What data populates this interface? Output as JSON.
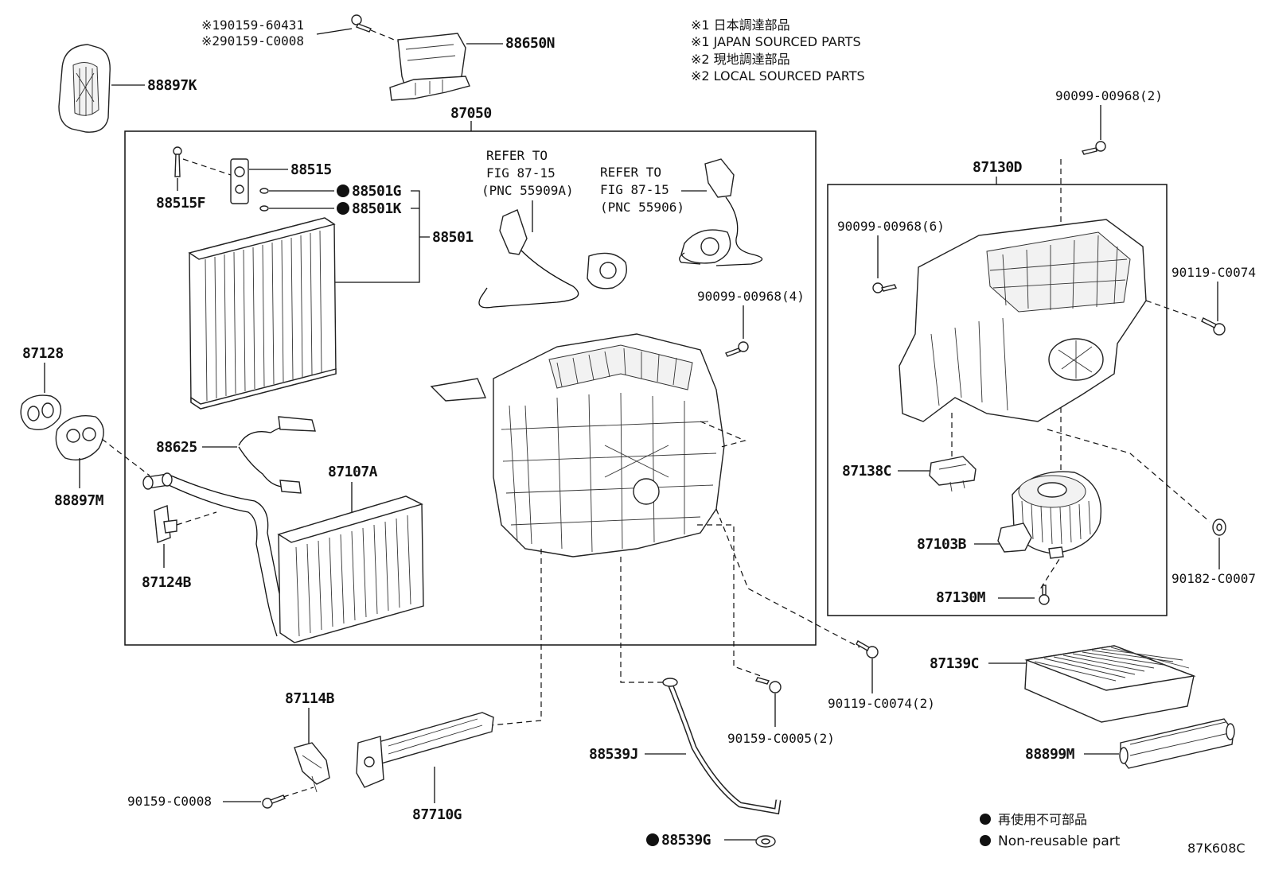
{
  "notes": {
    "line1": "※1 日本調達部品",
    "line2": "※1 JAPAN SOURCED PARTS",
    "line3": "※2 現地調達部品",
    "line4": "※2 LOCAL SOURCED PARTS"
  },
  "legend": {
    "jp": "再使用不可部品",
    "en": "Non-reusable part"
  },
  "figure_code": "87K608C",
  "refs": {
    "a1": "REFER TO",
    "a2": "FIG 87-15",
    "a3": "(PNC 55909A)",
    "b1": "REFER TO",
    "b2": "FIG 87-15",
    "b3": "(PNC 55906)"
  },
  "labels": {
    "p90159_60431": "※190159-60431",
    "p90159_c0008_top": "※290159-C0008",
    "p88650n": "88650N",
    "p88897k": "88897K",
    "p87050": "87050",
    "p88515": "88515",
    "p88515f": "88515F",
    "p88501g": "88501G",
    "p88501k": "88501K",
    "p88501": "88501",
    "p87128": "87128",
    "p88897m": "88897M",
    "p88625": "88625",
    "p87107a": "87107A",
    "p87124b": "87124B",
    "p90099_4": "90099-00968(4)",
    "p90099_2": "90099-00968(2)",
    "p87130d": "87130D",
    "p90099_6": "90099-00968(6)",
    "p90119_c0074": "90119-C0074",
    "p87138c": "87138C",
    "p87103b": "87103B",
    "p90182": "90182-C0007",
    "p87130m": "87130M",
    "p87139c": "87139C",
    "p88899m": "88899M",
    "p90119_c0074_2": "90119-C0074(2)",
    "p90159_c0005": "90159-C0005(2)",
    "p87114b": "87114B",
    "p88539j": "88539J",
    "p90159_c0008": "90159-C0008",
    "p87710g": "87710G",
    "p88539g": "88539G"
  }
}
